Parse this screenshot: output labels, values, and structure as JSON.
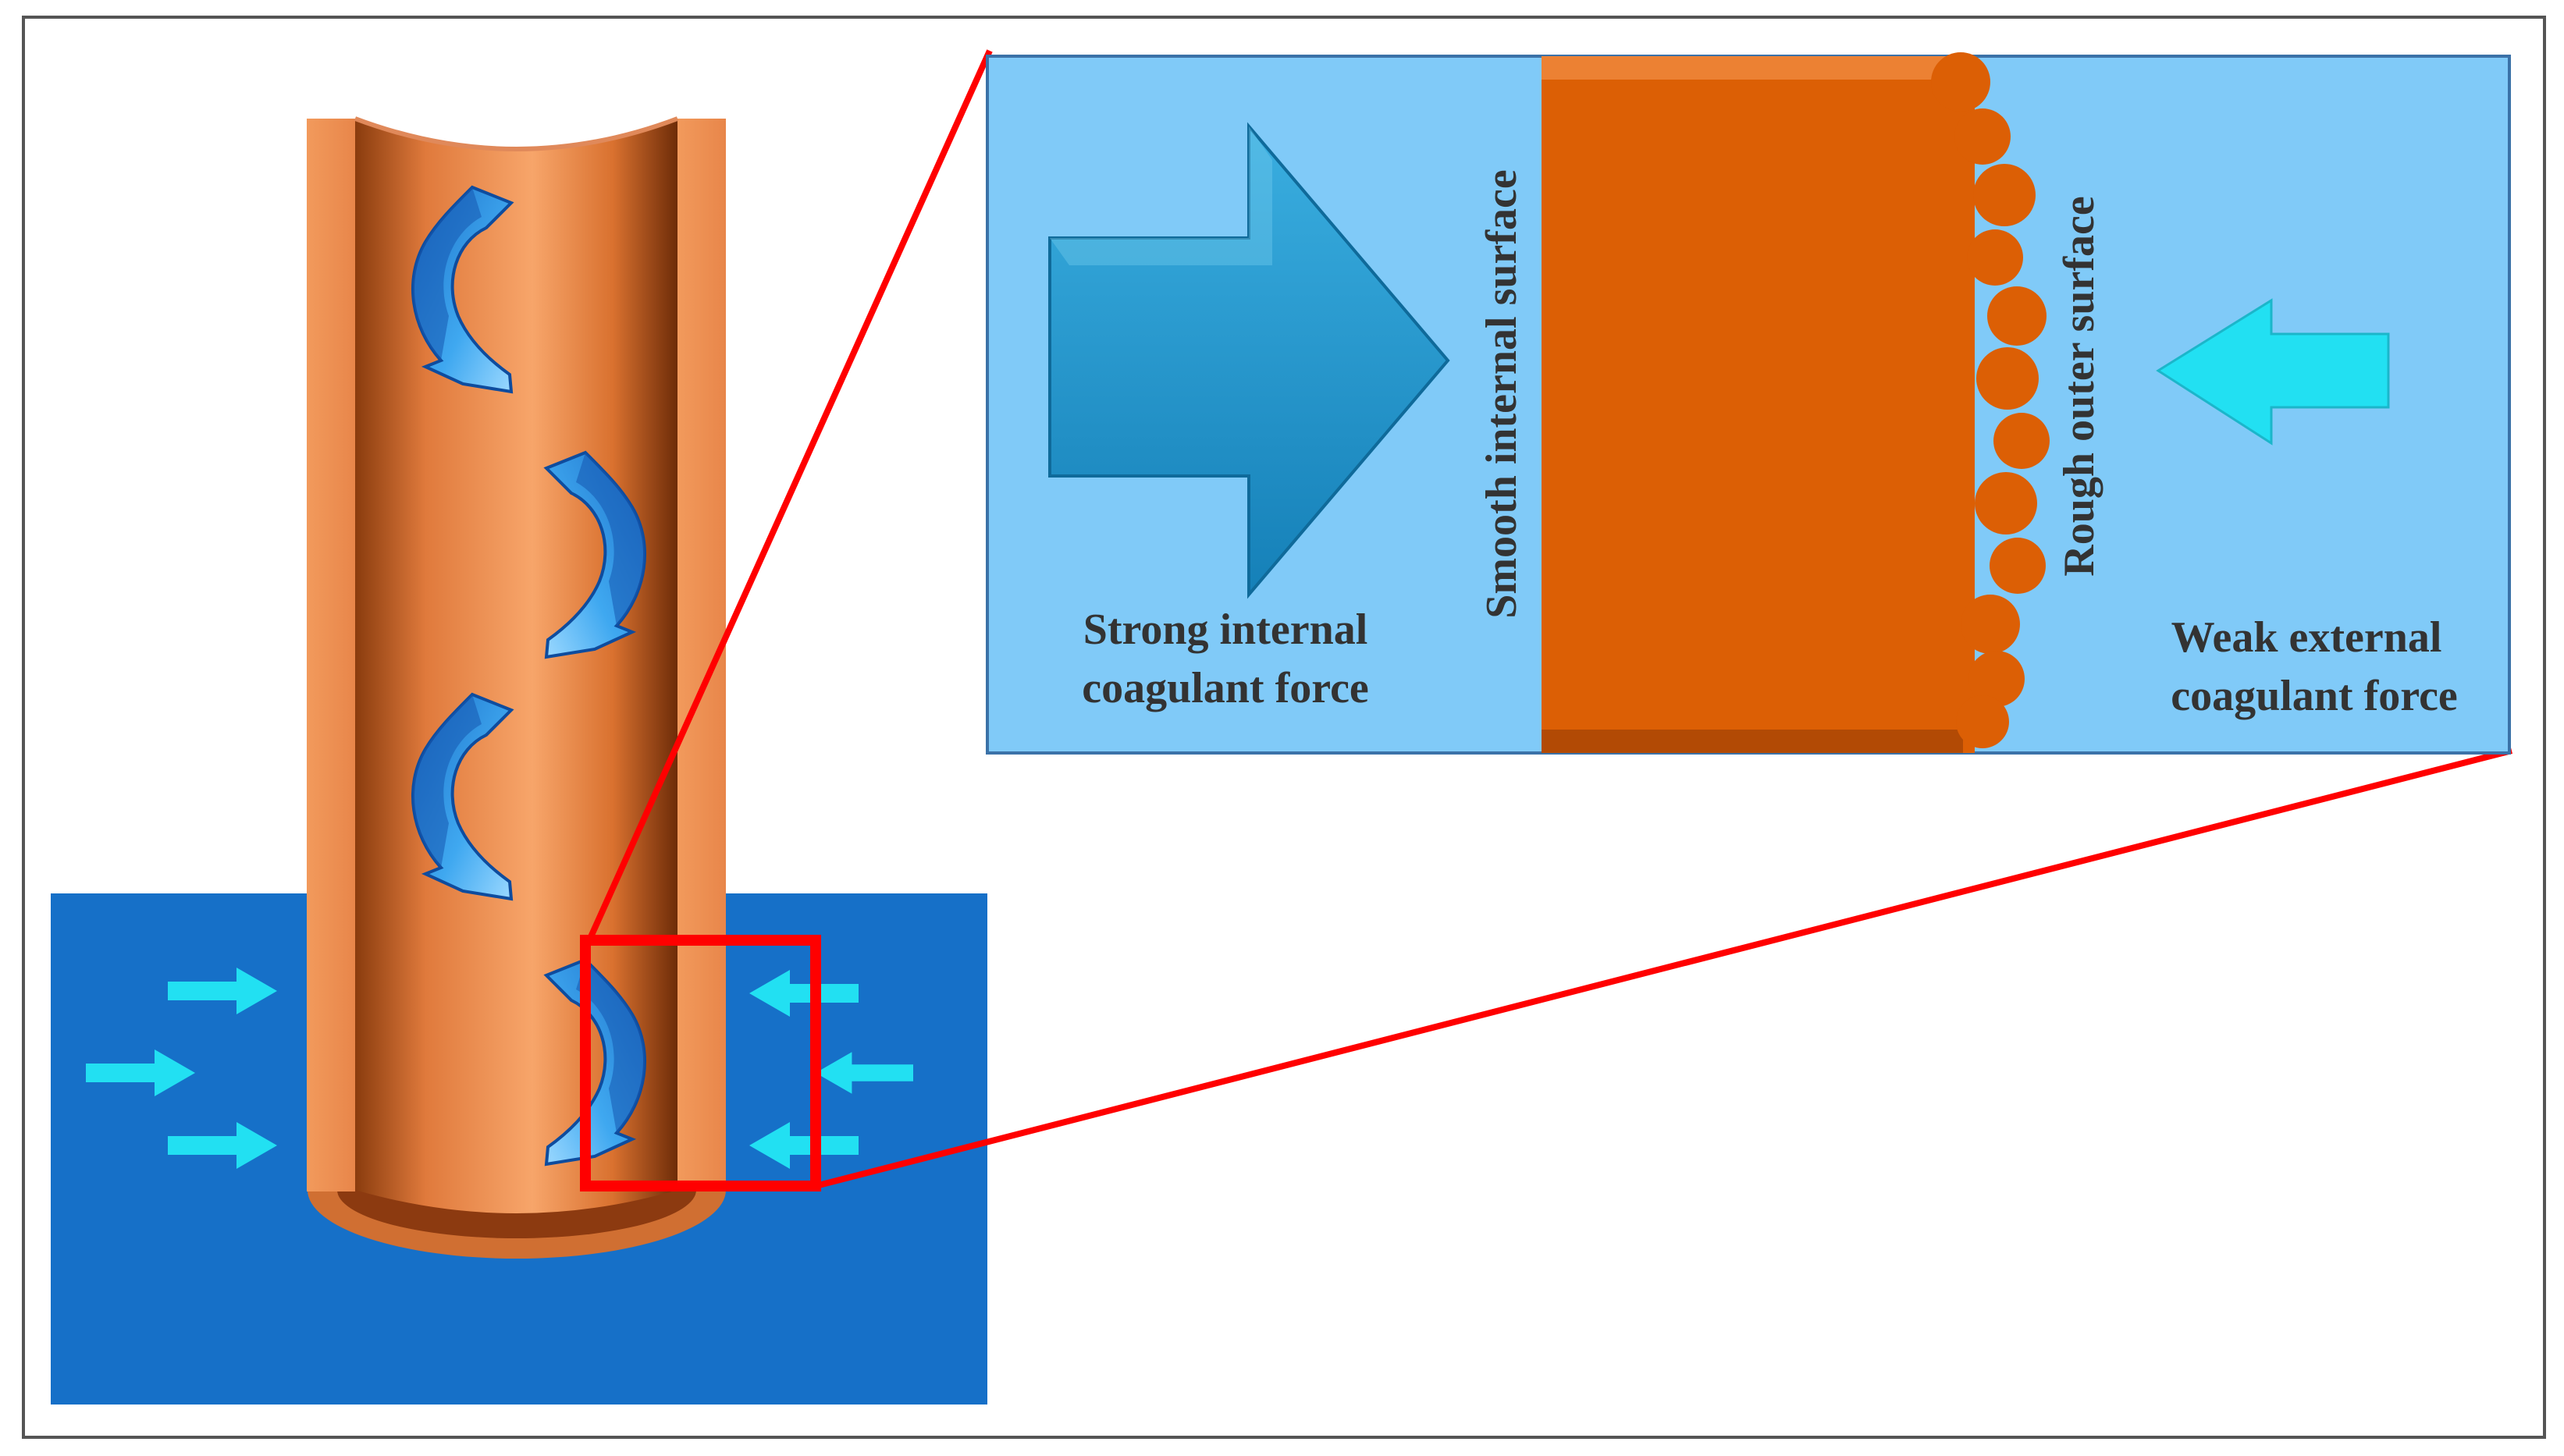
{
  "labels": {
    "strong_internal_line1": "Strong internal",
    "strong_internal_line2": "coagulant force",
    "weak_external_line1": "Weak external",
    "weak_external_line2": "coagulant force",
    "smooth_surface": "Smooth internal surface",
    "rough_surface": "Rough outer surface"
  },
  "colors": {
    "coagulant_bath": "#1670C8",
    "inset_background": "#80CAF8",
    "fiber_wall": "#DC5F05",
    "fiber_body": "#F09050",
    "zoom_lines": "#FF0000",
    "internal_arrow": "#1A90CC",
    "external_arrow": "#22E0F2",
    "flow_arrow": "#2C8EE0"
  },
  "icons": {
    "internal_flow": "curved-arrow-icon",
    "internal_force": "right-arrow-icon",
    "external_force": "left-arrow-icon"
  }
}
